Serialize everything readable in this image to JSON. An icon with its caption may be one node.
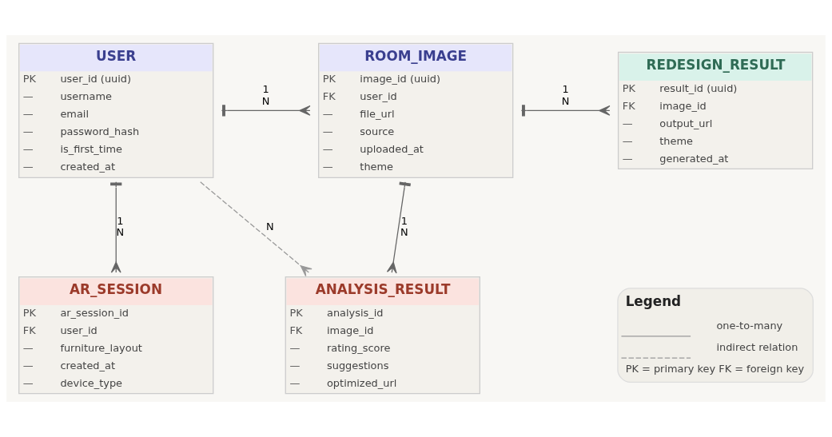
{
  "diagram": {
    "nodes": [
      {
        "text": [
          "USER",
          "PK",
          "user_id (uuid)",
          "—",
          "username",
          "—",
          "email",
          "—",
          "password_hash",
          "—",
          "is_first_time",
          "—",
          "created_at"
        ]
      },
      {
        "text": [
          "ROOM_IMAGE",
          "PK",
          "image_id (uuid)",
          "FK",
          "user_id",
          "—",
          "file_url",
          "—",
          "source",
          "—",
          "uploaded_at",
          "—",
          "theme"
        ]
      },
      {
        "text": [
          "REDESIGN_RESULT",
          "PK",
          "result_id (uuid)",
          "FK",
          "image_id",
          "—",
          "output_url",
          "—",
          "theme",
          "—",
          "generated_at"
        ]
      },
      {
        "text": [
          "AR_SESSION",
          "PK",
          "ar_session_id",
          "FK",
          "user_id",
          "—",
          "furniture_layout",
          "—",
          "created_at",
          "—",
          "device_type"
        ]
      },
      {
        "text": [
          "ANALYSIS_RESULT",
          "PK",
          "analysis_id",
          "FK",
          "image_id",
          "—",
          "rating_score",
          "—",
          "suggestions",
          "—",
          "optimized_url"
        ]
      }
    ],
    "edges": [
      {
        "from": 0,
        "to": 1,
        "arrow": "other",
        "label": "1 N"
      },
      {
        "from": 1,
        "to": 2,
        "arrow": "other",
        "label": "1 N"
      },
      {
        "from": 0,
        "to": 3,
        "arrow": "other",
        "label": "1 N"
      },
      {
        "from": 1,
        "to": 4,
        "arrow": "other",
        "label": "1 N"
      },
      {
        "from": 0,
        "to": 4,
        "arrow": "other",
        "label": "N",
        "style": "dashed",
        "color": "#999999"
      }
    ],
    "labels": [
      "Legend",
      "PK = primary key FK = foreign key"
    ],
    "legend": [
      {
        "text": "one-to-many"
      },
      {
        "text": "indirect relation"
      }
    ]
  }
}
